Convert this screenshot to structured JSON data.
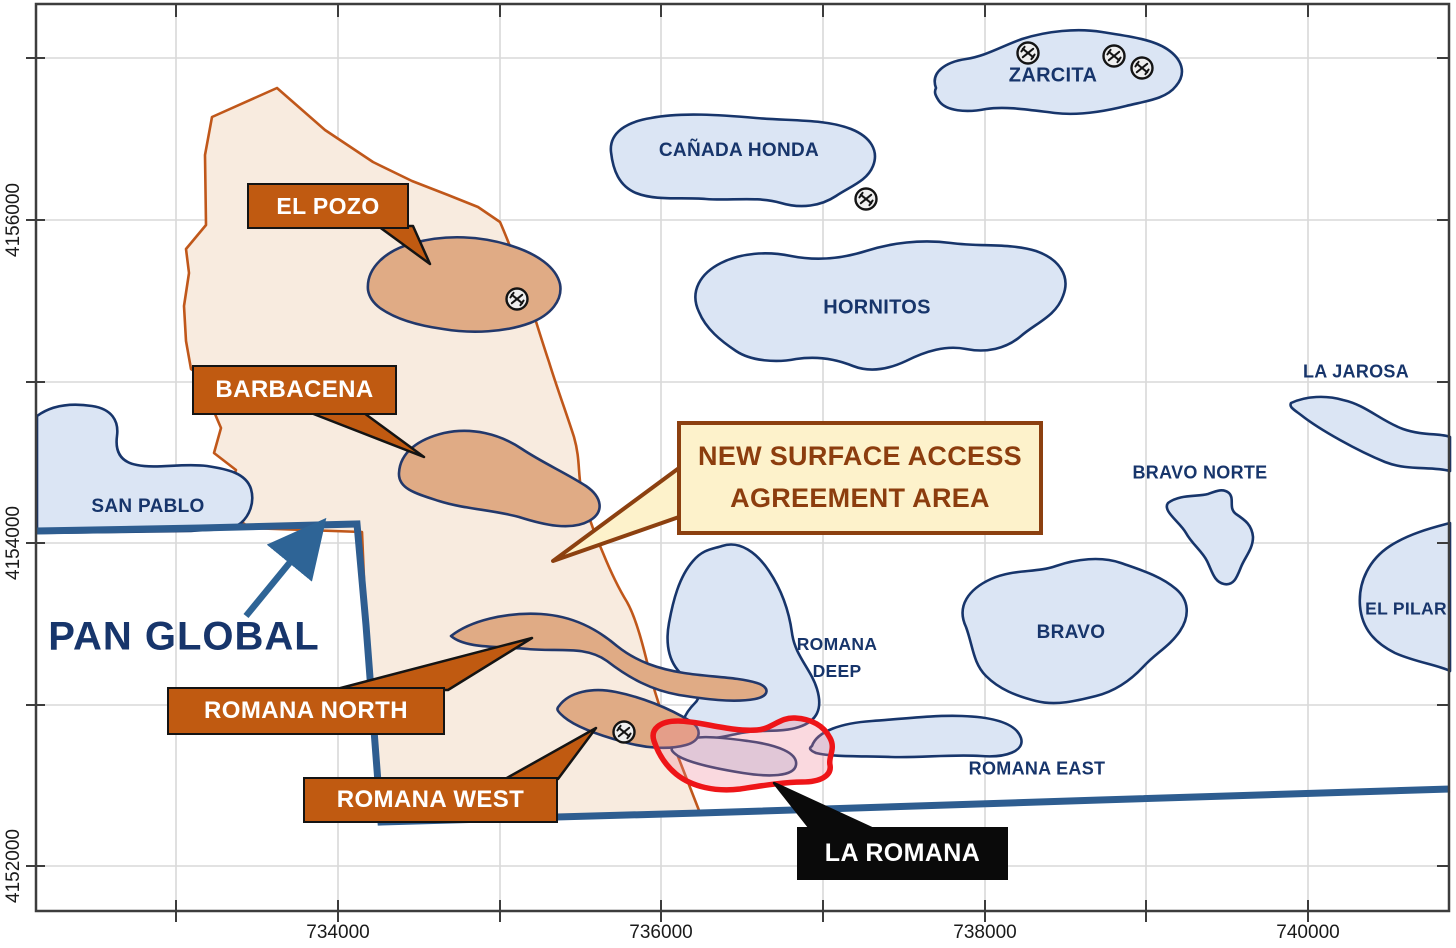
{
  "axis": {
    "x_labels": [
      "734000",
      "736000",
      "738000",
      "740000"
    ],
    "y_labels": [
      "4156000",
      "4154000",
      "4152000"
    ]
  },
  "prospects": {
    "zarcita": "ZARCITA",
    "canada_honda": "CAÑADA HONDA",
    "hornitos": "HORNITOS",
    "san_pablo": "SAN PABLO",
    "la_jarosa": "LA JAROSA",
    "bravo_norte": "BRAVO NORTE",
    "bravo": "BRAVO",
    "el_pilar": "EL PILAR",
    "romana_deep_line1": "ROMANA",
    "romana_deep_line2": "DEEP",
    "romana_east": "ROMANA EAST"
  },
  "targets": {
    "el_pozo": "EL POZO",
    "barbacena": "BARBACENA",
    "romana_north": "ROMANA NORTH",
    "romana_west": "ROMANA WEST",
    "la_romana": "LA ROMANA"
  },
  "annotations": {
    "surface_access_line1": "NEW SURFACE ACCESS",
    "surface_access_line2": "AGREEMENT AREA",
    "owner": "PAN GLOBAL"
  },
  "icons": {
    "mine_symbol": "circle with crossed hammers (historic mine working)"
  },
  "colors": {
    "prospect_fill": "#dbe5f4",
    "prospect_outline": "#17356b",
    "target_fill": "#e0ab85",
    "access_area_fill": "#f8ebdf",
    "access_area_outline": "#c0571a",
    "callout_box": "#c05a11",
    "surface_access_box_fill": "#fdf2cb",
    "surface_access_box_border": "#8c4010",
    "la_romana_outline": "#ee1518",
    "tenement_boundary": "#2e5d90",
    "label_text": "#17356b"
  }
}
